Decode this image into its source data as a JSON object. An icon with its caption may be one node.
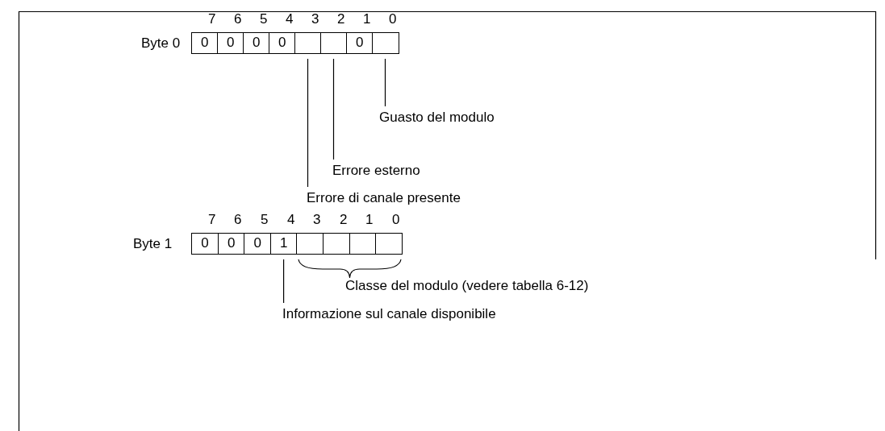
{
  "diagram": {
    "nodes": [
      {
        "text": [
          "0"
        ]
      },
      {
        "text": [
          "0"
        ]
      },
      {
        "text": [
          "0"
        ]
      },
      {
        "text": [
          "0"
        ]
      },
      {
        "text": [],
        "shape": "box"
      },
      {
        "text": [],
        "shape": "box"
      },
      {
        "text": [
          "0"
        ]
      },
      {
        "text": [],
        "shape": "box"
      },
      {
        "text": [
          "Guasto del modulo"
        ]
      },
      {
        "text": [
          "Errore esterno"
        ]
      },
      {
        "text": [
          "Errore di canale presente"
        ]
      },
      {
        "text": [
          "0"
        ]
      },
      {
        "text": [
          "0"
        ]
      },
      {
        "text": [
          "0"
        ]
      },
      {
        "text": [
          "1"
        ]
      },
      {
        "text": [],
        "shape": "box"
      },
      {
        "text": [],
        "shape": "box"
      },
      {
        "text": [],
        "shape": "box"
      },
      {
        "text": [],
        "shape": "box"
      },
      {
        "text": [
          "Classe del modulo (vedere tabella 6-12)"
        ]
      },
      {
        "text": [
          "Informazione sul canale disponibile"
        ]
      },
      {
        "text": [],
        "shape": "bracket"
      }
    ],
    "edges": [
      {
        "from": 8,
        "to": 7,
        "arrow": "none"
      },
      {
        "from": 9,
        "to": 5,
        "arrow": "none"
      },
      {
        "from": 10,
        "to": 4,
        "arrow": "none"
      },
      {
        "from": 19,
        "to": 21,
        "arrow": "none"
      },
      {
        "from": 20,
        "to": 14,
        "arrow": "none"
      }
    ],
    "labels": [
      "7",
      "6",
      "5",
      "4",
      "3",
      "2",
      "1",
      "0",
      "Byte 0",
      "7",
      "6",
      "5",
      "4",
      "3",
      "2",
      "1",
      "0",
      "Byte 1"
    ]
  }
}
